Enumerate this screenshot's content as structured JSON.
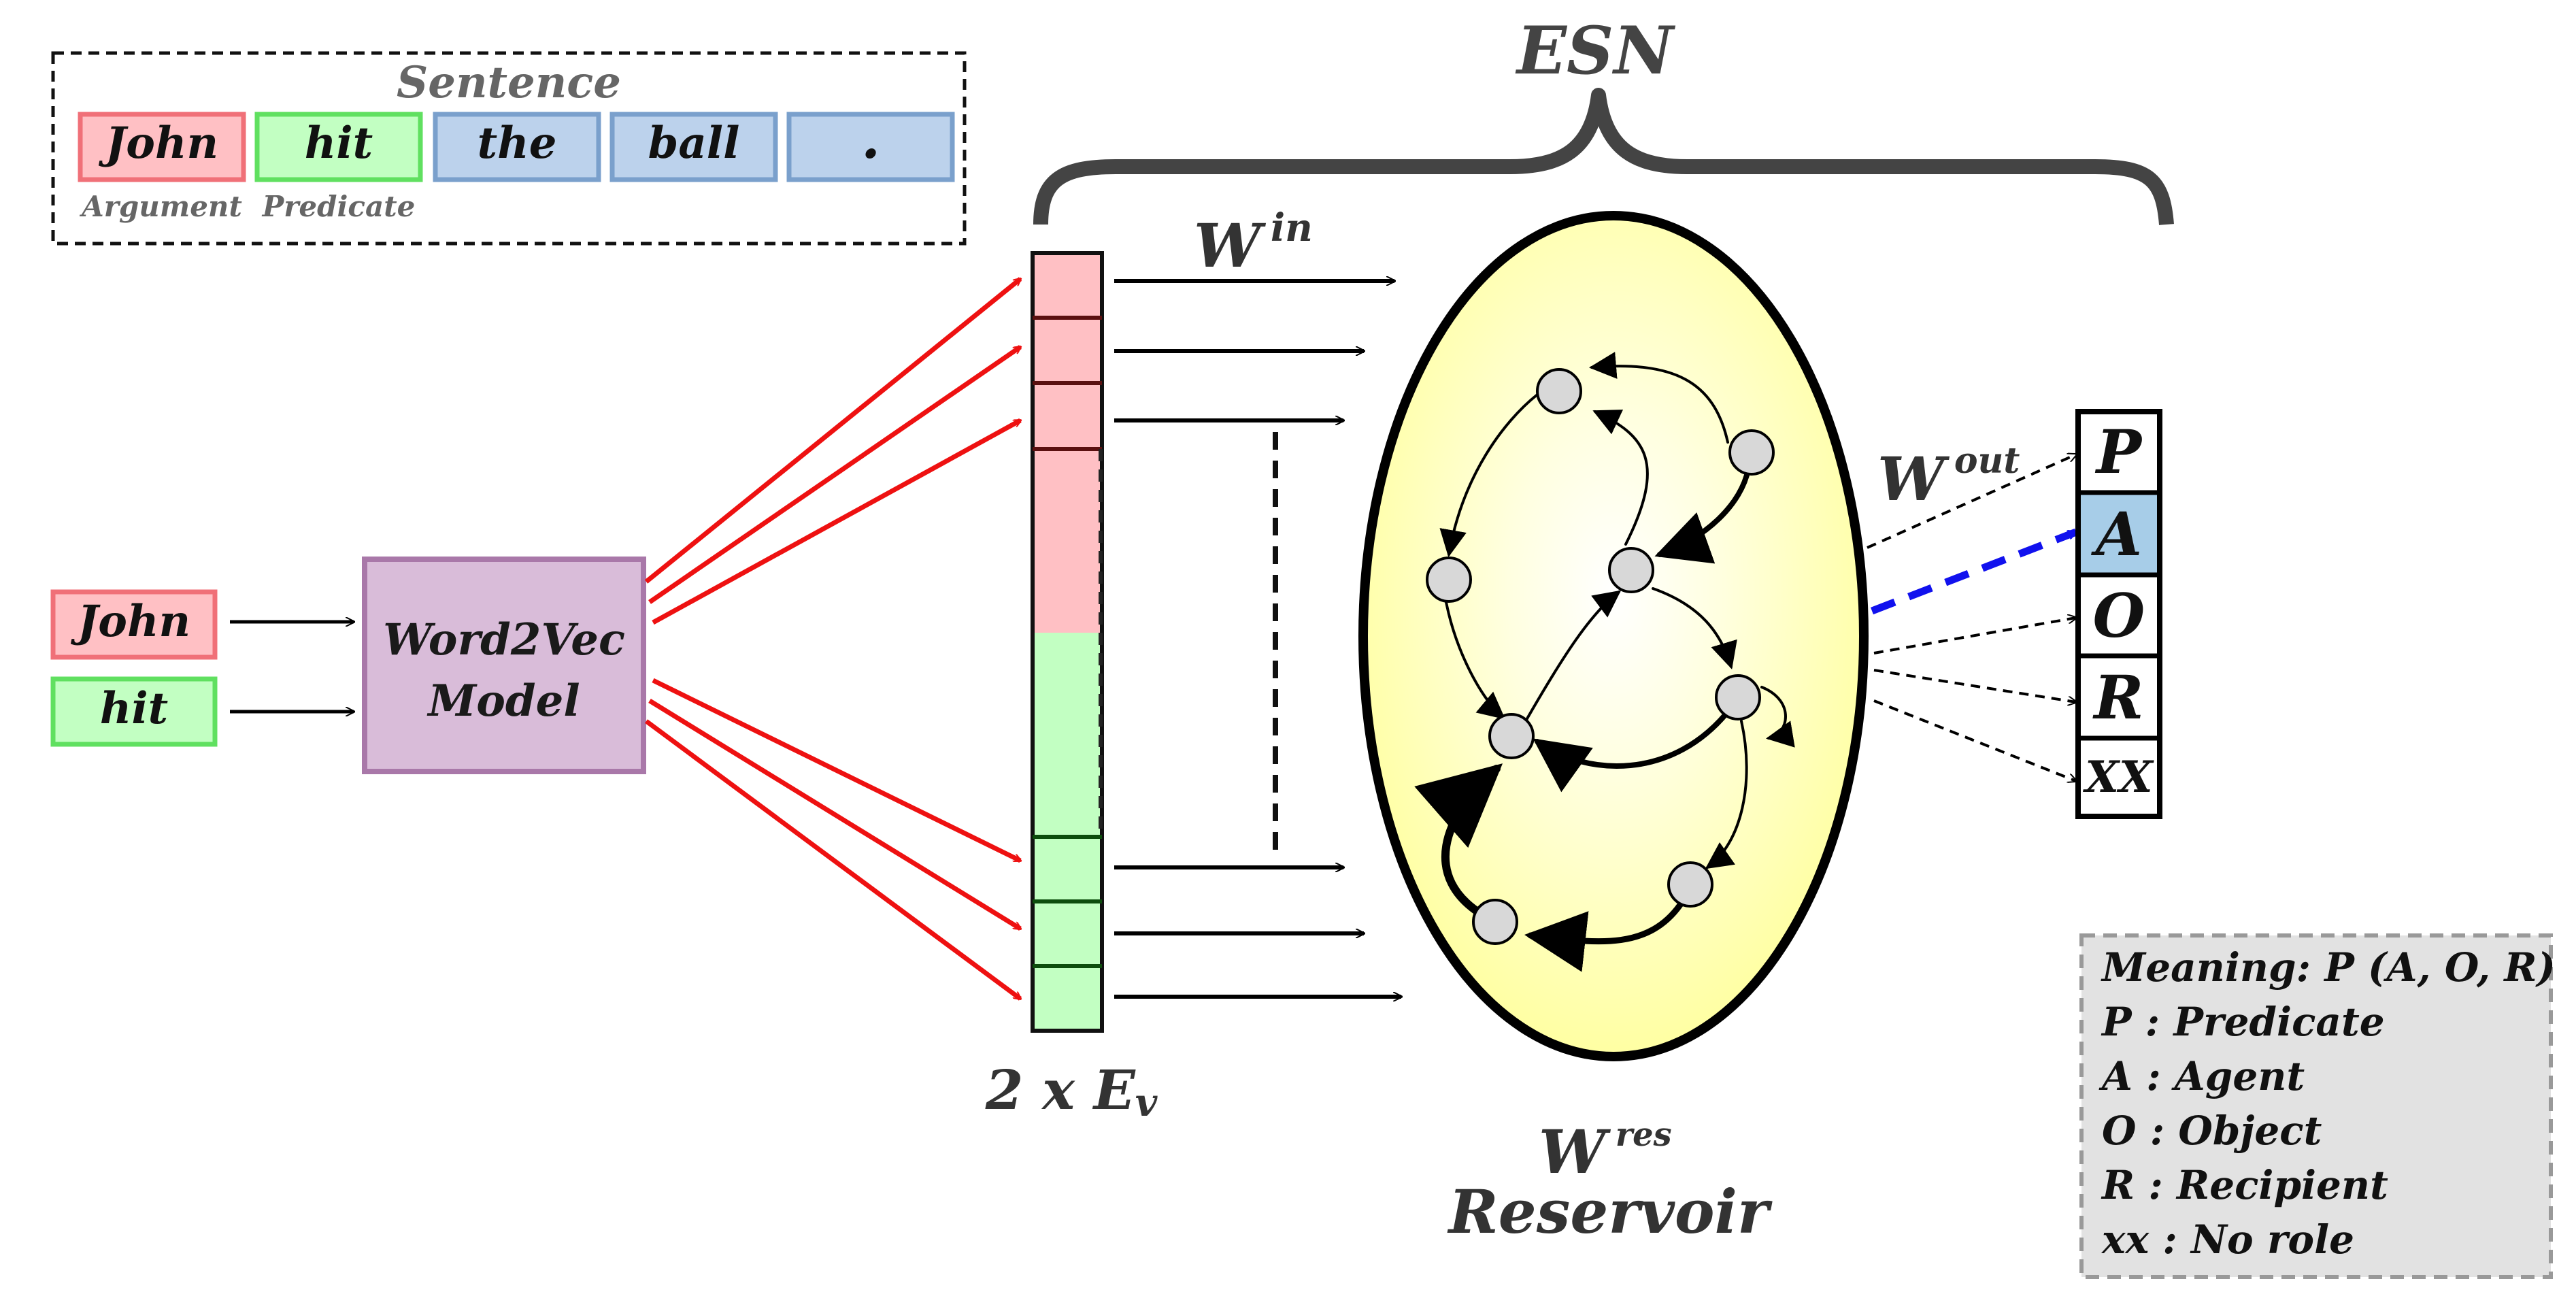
{
  "sentence": {
    "title": "Sentence",
    "words": [
      "John",
      "hit",
      "the",
      "ball",
      "."
    ],
    "sublabels": [
      "Argument",
      "Predicate"
    ]
  },
  "inputs": [
    "John",
    "hit"
  ],
  "model": {
    "line1": "Word2Vec",
    "line2": "Model"
  },
  "vector_label": {
    "main": "2 x E",
    "sub": "v"
  },
  "esn_label": "ESN",
  "w_in": {
    "main": "W",
    "sup": "in"
  },
  "w_out": {
    "main": "W",
    "sup": "out"
  },
  "w_res": {
    "main": "W",
    "sup": "res"
  },
  "reservoir_label": "Reservoir",
  "outputs": [
    "P",
    "A",
    "O",
    "R",
    "XX"
  ],
  "legend": {
    "title": "Meaning:  P (A, O, R)",
    "items": [
      "P : Predicate",
      "A : Agent",
      "O : Object",
      "R : Recipient",
      "xx : No role"
    ]
  },
  "colors": {
    "argument_fill": "#ffc0c4",
    "argument_border": "#f07078",
    "predicate_fill": "#c2ffc2",
    "predicate_border": "#60e060",
    "other_fill": "#bcd2ec",
    "other_border": "#7aa0cc",
    "model_fill": "#d9bcd9",
    "model_border": "#a978a9",
    "arrow_red": "#ee1111",
    "arrow_blue": "#1111ee",
    "reservoir_fill": "#ffff99",
    "highlight_output": "#a7cde8",
    "legend_fill": "#e2e2e2"
  }
}
